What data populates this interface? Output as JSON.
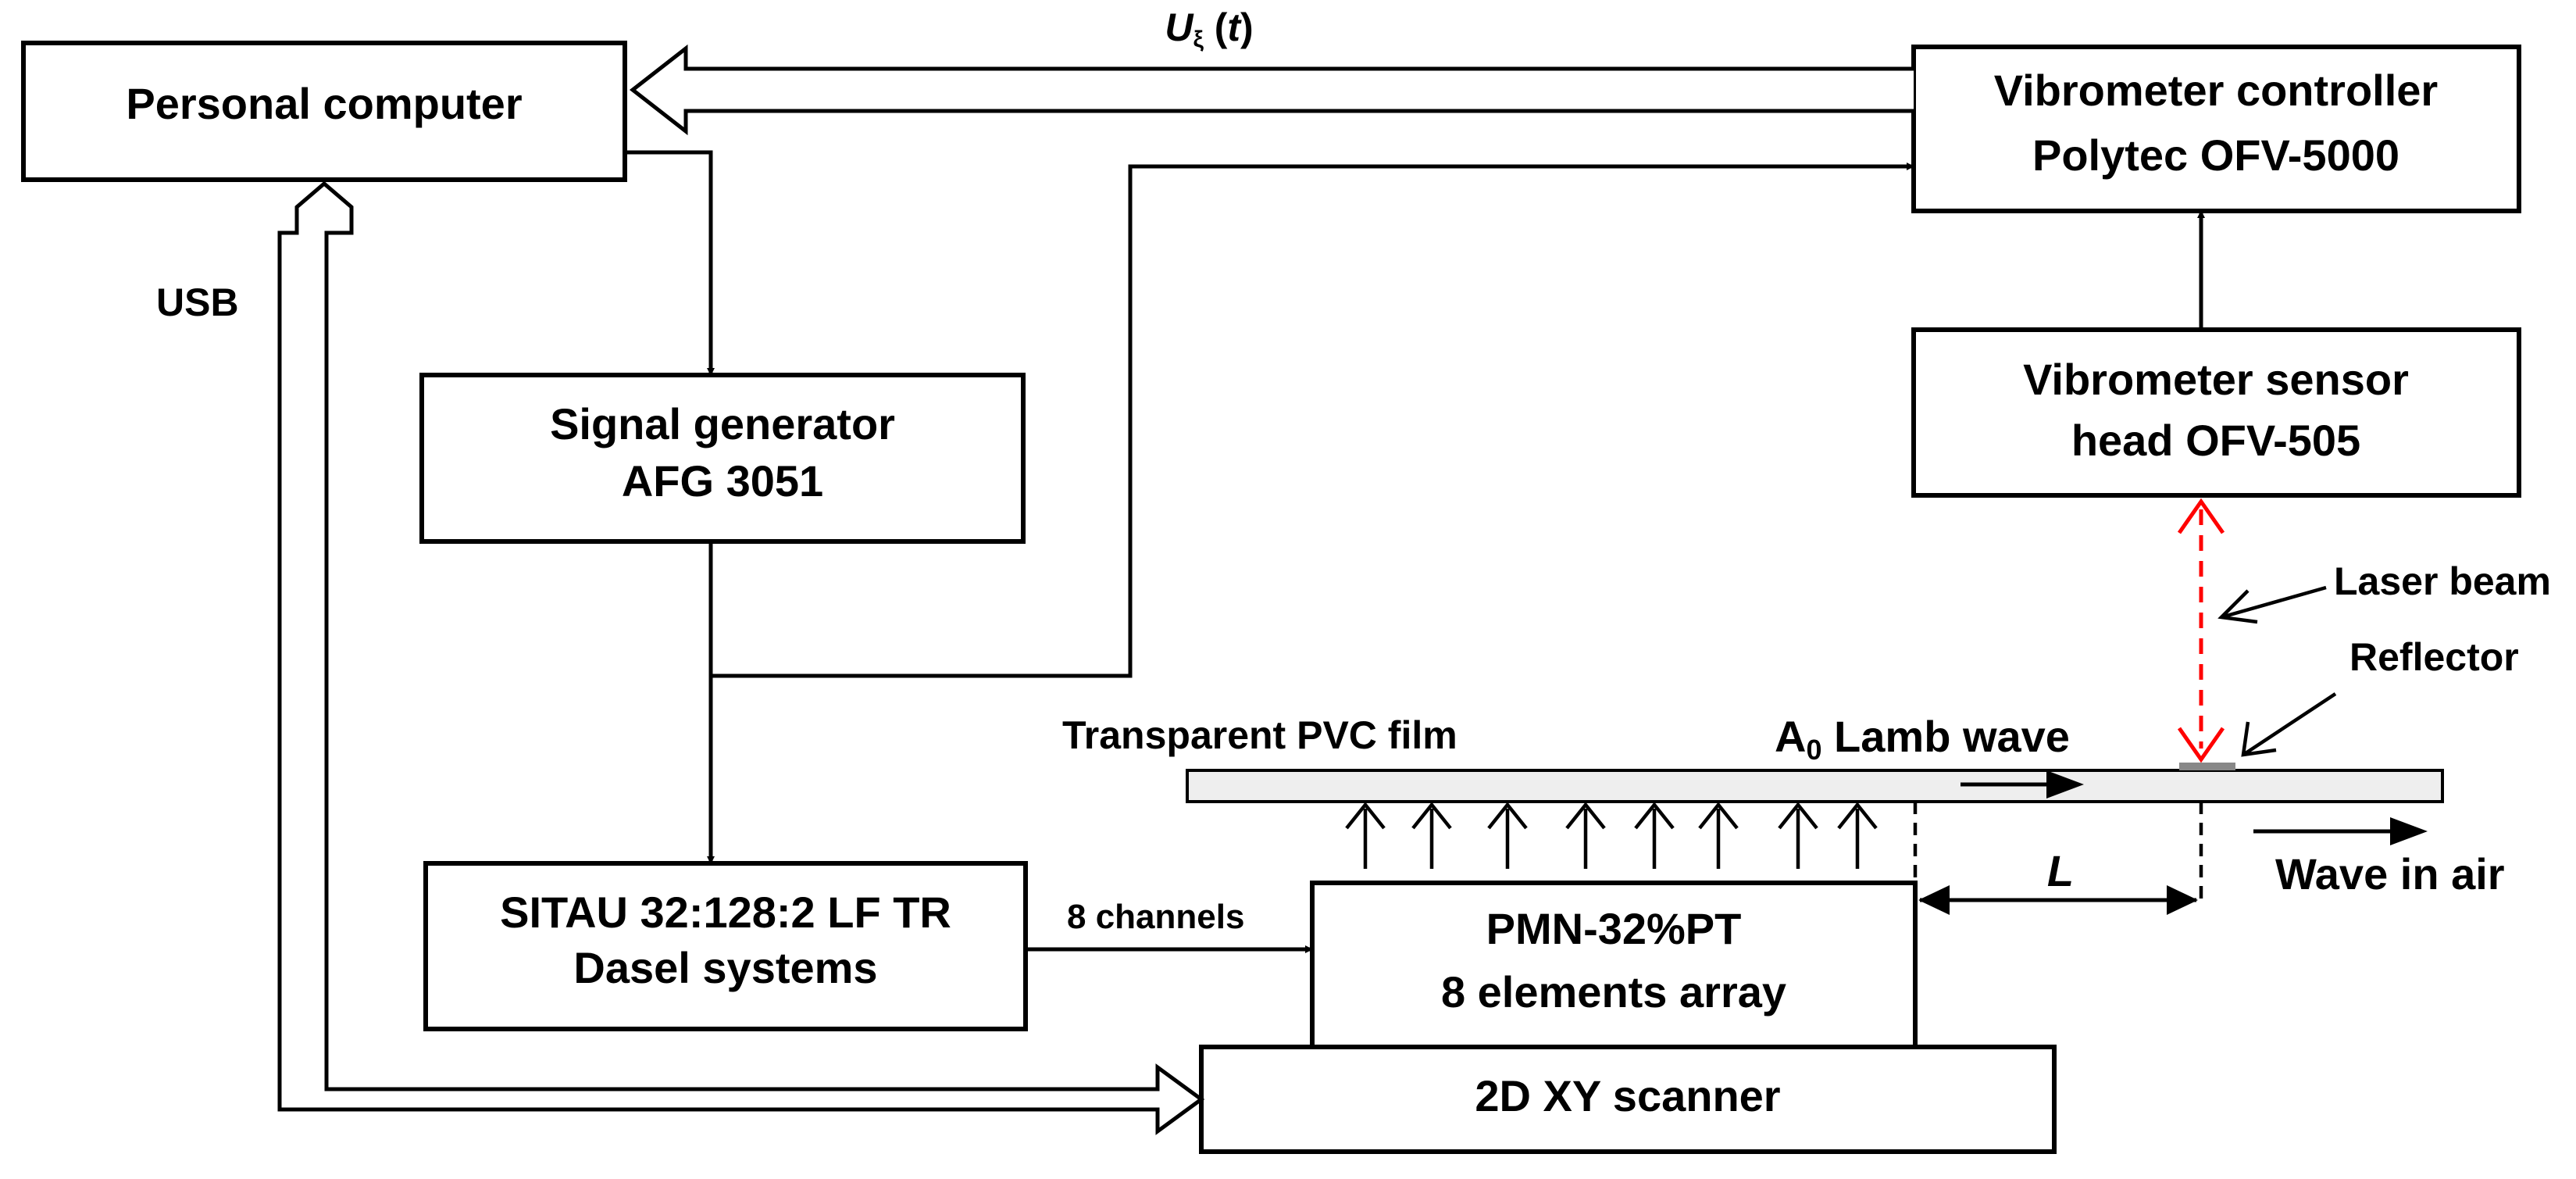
{
  "blocks": {
    "pc": {
      "label": "Personal computer"
    },
    "vib_ctrl": {
      "line1": "Vibrometer controller",
      "line2": "Polytec OFV-5000"
    },
    "vib_head": {
      "line1": "Vibrometer sensor",
      "line2": "head OFV-505"
    },
    "siggen": {
      "line1": "Signal generator",
      "line2": "AFG 3051"
    },
    "sitau": {
      "line1": "SITAU 32:128:2 LF TR",
      "line2": "Dasel systems"
    },
    "pmn": {
      "line1": "PMN-32%PT",
      "line2": "8 elements array"
    },
    "scanner": {
      "label": "2D XY scanner"
    }
  },
  "labels": {
    "signal_main": "U",
    "signal_sub": "ξ",
    "signal_open": " (",
    "signal_var": "t",
    "signal_close": ")",
    "usb": "USB",
    "channels": "8 channels",
    "laser": "Laser beam",
    "reflector": "Reflector",
    "film": "Transparent PVC film",
    "lamb_main": "A",
    "lamb_sub": "0",
    "lamb_rest": " Lamb wave",
    "wave_air": "Wave in air",
    "distance": "L"
  },
  "colors": {
    "stroke": "#000000",
    "laser": "#ff0000",
    "film_fill": "#eeeeee",
    "reflector": "#888888"
  }
}
